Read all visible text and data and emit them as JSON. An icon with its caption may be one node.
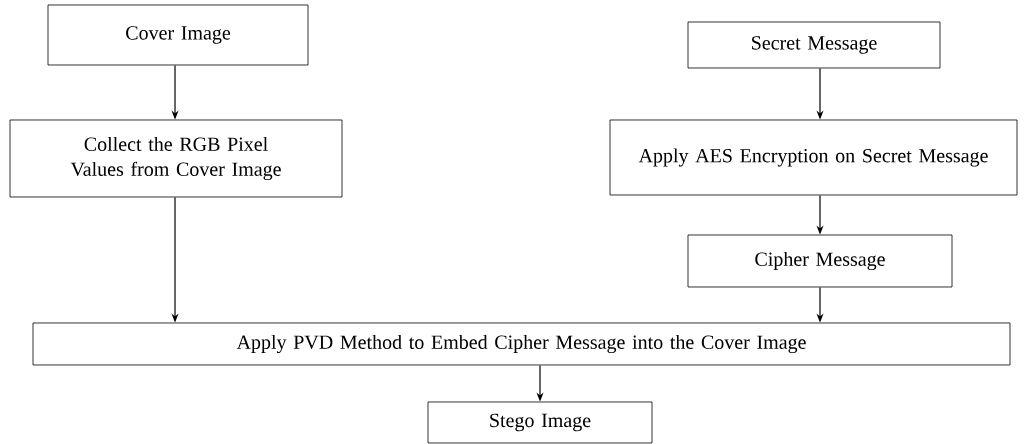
{
  "diagram": {
    "nodes": [
      {
        "text": [
          "Cover Image"
        ]
      },
      {
        "text": [
          "Collect the RGB Pixel Values from Cover Image"
        ]
      },
      {
        "text": [
          "Secret Message"
        ]
      },
      {
        "text": [
          "Apply AES Encryption on Secret Message"
        ]
      },
      {
        "text": [
          "Cipher Message"
        ]
      },
      {
        "text": [
          "Apply PVD Method to Embed Cipher Message into the Cover Image"
        ]
      },
      {
        "text": [
          "Stego Image"
        ]
      }
    ],
    "edges": [
      {
        "from": 0,
        "to": 1,
        "arrow": "to"
      },
      {
        "from": 1,
        "to": 5,
        "arrow": "to"
      },
      {
        "from": 2,
        "to": 3,
        "arrow": "to"
      },
      {
        "from": 3,
        "to": 4,
        "arrow": "to"
      },
      {
        "from": 4,
        "to": 5,
        "arrow": "to"
      },
      {
        "from": 5,
        "to": 6,
        "arrow": "to"
      }
    ]
  }
}
